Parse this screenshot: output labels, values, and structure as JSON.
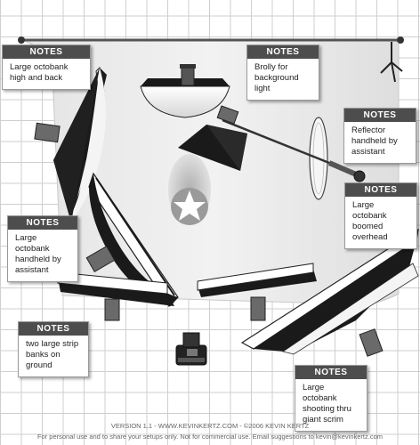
{
  "colors": {
    "grid": "#cfcfcf",
    "backdrop": "#eeeeee",
    "note_header": "#4d4d4d",
    "modifier_dark": "#1a1a1a"
  },
  "notes": [
    {
      "header": "NOTES",
      "text": "Large octobank\nhigh and back"
    },
    {
      "header": "NOTES",
      "text": "Brolly for\nbackground\nlight"
    },
    {
      "header": "NOTES",
      "text": "Reflector\nhandheld by\nassistant"
    },
    {
      "header": "NOTES",
      "text": "Large octobank\nboomed\noverhead"
    },
    {
      "header": "NOTES",
      "text": "Large octobank\nhandheld by\nassistant"
    },
    {
      "header": "NOTES",
      "text": "two large strip\nbanks on ground"
    },
    {
      "header": "NOTES",
      "text": "Large octobank\nshooting thru\ngiant scrim"
    }
  ],
  "footer": {
    "line1": "VERSION 1.1  -  WWW.KEVINKERTZ.COM  -  ©2006 KEVIN KERTZ",
    "line2": "For personal use and to share your setups only. Not for commercial use.  Email suggestions to kevin@kevinkertz.com"
  }
}
